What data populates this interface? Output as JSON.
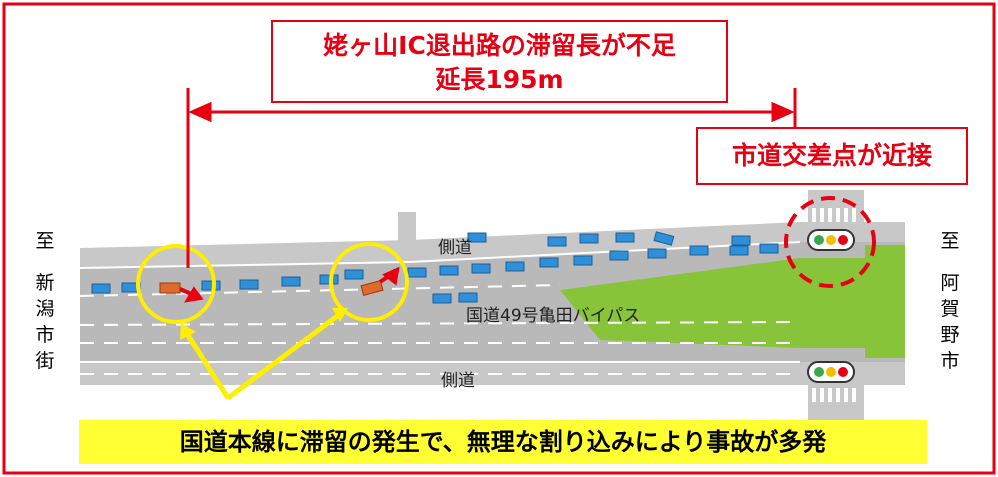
{
  "title_callout": {
    "line1": "姥ヶ山IC退出路の滞留長が不足",
    "line2": "延長195m"
  },
  "intersection_callout": "市道交差点が近接",
  "left_destination": {
    "to": "至",
    "place": "新潟市街"
  },
  "right_destination": {
    "to": "至",
    "place": "阿賀野市"
  },
  "road_labels": {
    "side_road_top": "側道",
    "side_road_bottom": "側道",
    "main_route": "国道49号亀田バイパス"
  },
  "bottom_banner": "国道本線に滞留の発生で、無理な割り込みにより事故が多発",
  "colors": {
    "frame_red": "#e60012",
    "banner_yellow": "#ffff33",
    "highlight_yellow": "#ffee00",
    "grass_green": "#88c43a",
    "road_gray": "#c8c8c8",
    "car_blue": "#2f8fd8",
    "car_orange": "#e06a2a"
  }
}
